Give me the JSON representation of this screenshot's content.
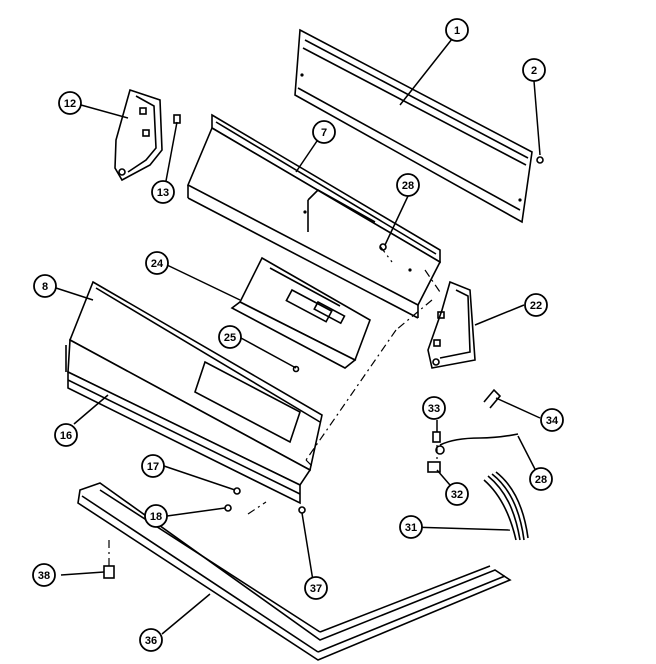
{
  "callouts": [
    {
      "id": "c1",
      "label": "1"
    },
    {
      "id": "c2",
      "label": "2"
    },
    {
      "id": "c7",
      "label": "7"
    },
    {
      "id": "c8",
      "label": "8"
    },
    {
      "id": "c12",
      "label": "12"
    },
    {
      "id": "c13",
      "label": "13"
    },
    {
      "id": "c16",
      "label": "16"
    },
    {
      "id": "c17",
      "label": "17"
    },
    {
      "id": "c18",
      "label": "18"
    },
    {
      "id": "c22",
      "label": "22"
    },
    {
      "id": "c24",
      "label": "24"
    },
    {
      "id": "c25",
      "label": "25"
    },
    {
      "id": "c28a",
      "label": "28"
    },
    {
      "id": "c28b",
      "label": "28"
    },
    {
      "id": "c31",
      "label": "31"
    },
    {
      "id": "c32",
      "label": "32"
    },
    {
      "id": "c33",
      "label": "33"
    },
    {
      "id": "c34",
      "label": "34"
    },
    {
      "id": "c36",
      "label": "36"
    },
    {
      "id": "c37",
      "label": "37"
    },
    {
      "id": "c38",
      "label": "38"
    }
  ]
}
